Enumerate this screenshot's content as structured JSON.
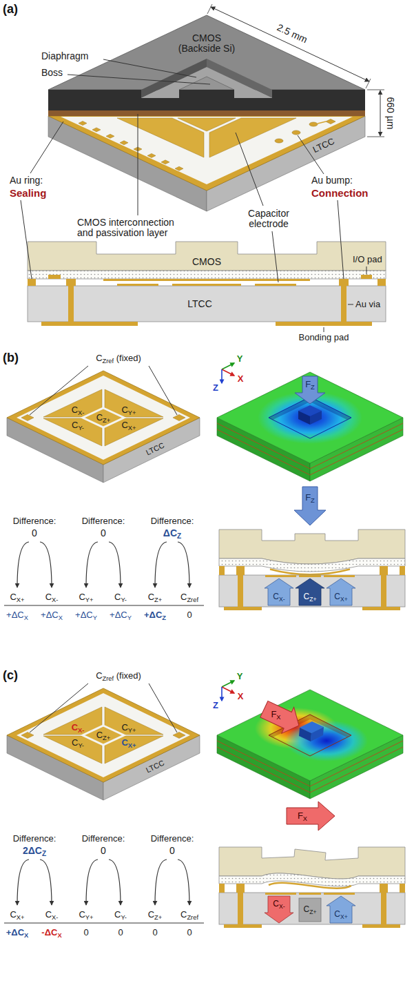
{
  "diagram": {
    "labels": [
      "(a)",
      "CMOS (Backside Si)",
      "2.5 mm",
      "Diaphragm",
      "Boss",
      "660 µm",
      "LTCC",
      "Au ring:",
      "Sealing",
      "Capacitor electrode",
      "Au bump:",
      "Connection",
      "CMOS interconnection and passivation layer",
      "CMOS",
      "I/O pad",
      "LTCC",
      "Au via",
      "Bonding pad",
      "(b)",
      "CZref (fixed)",
      "CX-",
      "CY+",
      "CZ+",
      "CY-",
      "CX+",
      "LTCC",
      "Y",
      "X",
      "Z",
      "FZ",
      "FZ",
      "Difference:",
      "Difference:",
      "Difference:",
      "0",
      "0",
      "ΔCZ",
      "CX+",
      "CX-",
      "CY+",
      "CY-",
      "CZ+",
      "CZref",
      "+ΔCX",
      "+ΔCX",
      "+ΔCY",
      "+ΔCY",
      "+ΔCZ",
      "0",
      "CX-",
      "CZ+",
      "CX+",
      "(c)",
      "CZref (fixed)",
      "CX-",
      "CY+",
      "CZ+",
      "CY-",
      "CX+",
      "LTCC",
      "Y",
      "X",
      "Z",
      "FX",
      "FX",
      "Difference:",
      "Difference:",
      "Difference:",
      "2ΔCZ",
      "0",
      "0",
      "CX+",
      "CX-",
      "CY+",
      "CY-",
      "CZ+",
      "CZref",
      "+ΔCX",
      "-ΔCX",
      "0",
      "0",
      "0",
      "0",
      "CX-",
      "CZ+",
      "CX+"
    ]
  }
}
